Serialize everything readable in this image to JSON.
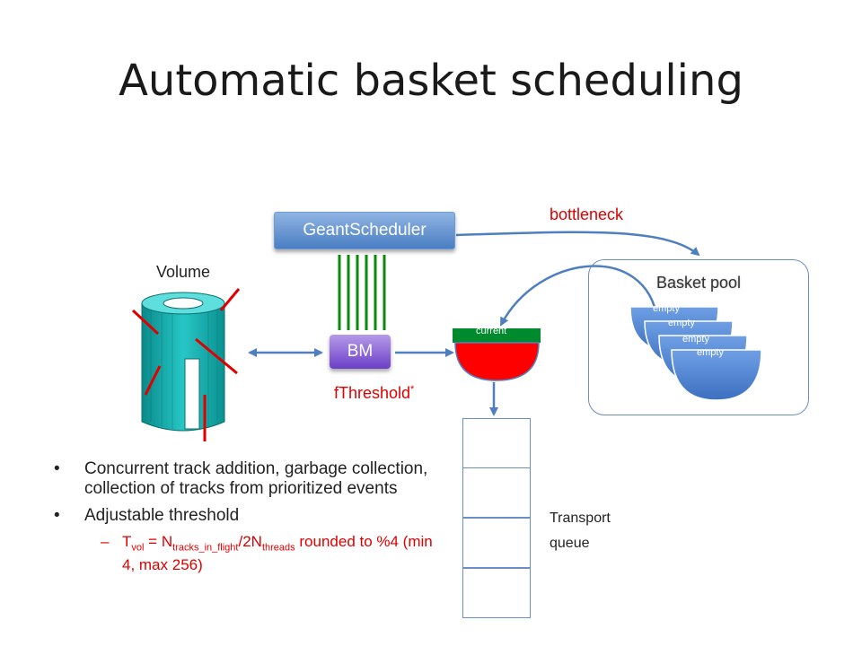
{
  "title": "Automatic basket scheduling",
  "scheduler_label": "GeantScheduler",
  "bm_label": "BM",
  "volume_label": "Volume",
  "bottleneck_label": "bottleneck",
  "threshold_label": "fThreshold",
  "threshold_mark": "*",
  "current_label": "current",
  "basket_pool_label": "Basket pool",
  "pool_baskets": [
    "empty",
    "empty",
    "empty",
    "empty"
  ],
  "transport_queue_label_1": "Transport",
  "transport_queue_label_2": "queue",
  "bullets": [
    "Concurrent track addition, garbage collection, collection of tracks from prioritized events",
    "Adjustable threshold"
  ],
  "formula": {
    "dash": "–",
    "t": "T",
    "t_sub": "vol",
    "eq": " = N",
    "n_sub": "tracks_in_flight",
    "div": "/2N",
    "n2_sub": "threads",
    "rest": " rounded to %4 (min 4, max 256)"
  },
  "colors": {
    "scheduler_blue": "#4a7ec3",
    "bm_purple": "#6b3fc8",
    "basket_red": "#ff0000",
    "current_green": "#008a2e",
    "line_green": "#0a8a0a",
    "accent_red": "#e00000",
    "pool_blue": "#5b8ed8"
  }
}
